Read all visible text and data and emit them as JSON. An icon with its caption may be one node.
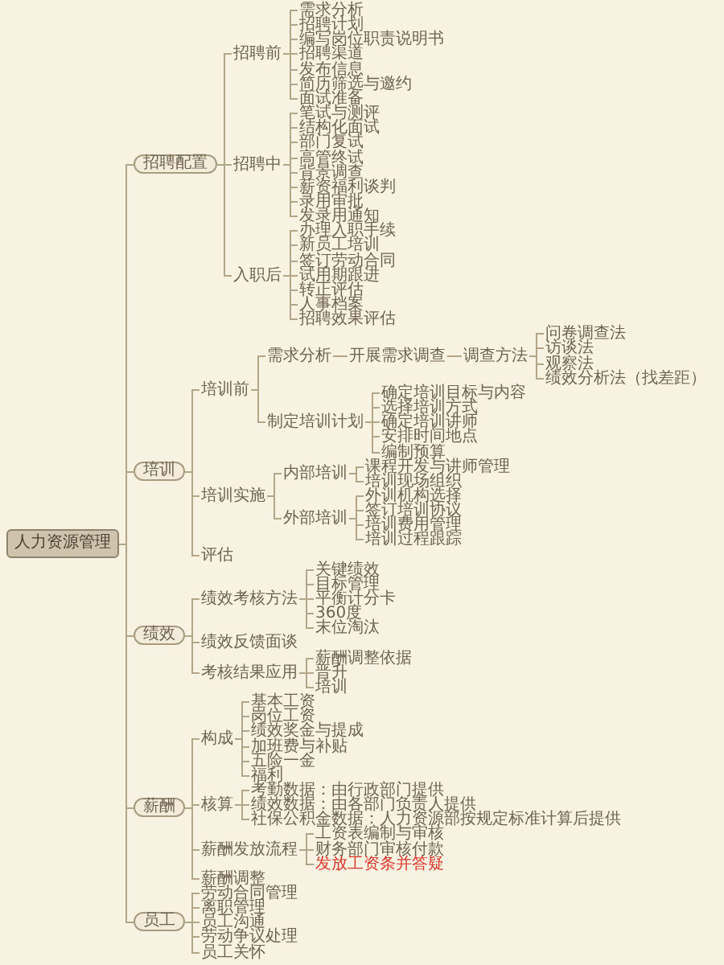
{
  "diagram": {
    "nodes": [
      {
        "text": [
          "人力资源管理"
        ]
      },
      {
        "text": [
          "招聘配置"
        ]
      },
      {
        "text": [
          "招聘前"
        ]
      },
      {
        "text": [
          "需求分析"
        ]
      },
      {
        "text": [
          "招聘计划"
        ]
      },
      {
        "text": [
          "编写岗位职责说明书"
        ]
      },
      {
        "text": [
          "招聘渠道"
        ]
      },
      {
        "text": [
          "发布信息"
        ]
      },
      {
        "text": [
          "简历筛选与邀约"
        ]
      },
      {
        "text": [
          "面试准备"
        ]
      },
      {
        "text": [
          "招聘中"
        ]
      },
      {
        "text": [
          "笔试与测评"
        ]
      },
      {
        "text": [
          "结构化面试"
        ]
      },
      {
        "text": [
          "部门复试"
        ]
      },
      {
        "text": [
          "高管终试"
        ]
      },
      {
        "text": [
          "背景调查"
        ]
      },
      {
        "text": [
          "薪资福利谈判"
        ]
      },
      {
        "text": [
          "录用审批"
        ]
      },
      {
        "text": [
          "发录用通知"
        ]
      },
      {
        "text": [
          "入职后"
        ]
      },
      {
        "text": [
          "办理入职手续"
        ]
      },
      {
        "text": [
          "新员工培训"
        ]
      },
      {
        "text": [
          "签订劳动合同"
        ]
      },
      {
        "text": [
          "试用期跟进"
        ]
      },
      {
        "text": [
          "转正评估"
        ]
      },
      {
        "text": [
          "人事档案"
        ]
      },
      {
        "text": [
          "招聘效果评估"
        ]
      },
      {
        "text": [
          "培训"
        ]
      },
      {
        "text": [
          "培训前"
        ]
      },
      {
        "text": [
          "需求分析"
        ]
      },
      {
        "text": [
          "开展需求调查"
        ]
      },
      {
        "text": [
          "调查方法"
        ]
      },
      {
        "text": [
          "问卷调查法"
        ]
      },
      {
        "text": [
          "访谈法"
        ]
      },
      {
        "text": [
          "观察法"
        ]
      },
      {
        "text": [
          "绩效分析法（找差距）"
        ]
      },
      {
        "text": [
          "制定培训计划"
        ]
      },
      {
        "text": [
          "确定培训目标与内容"
        ]
      },
      {
        "text": [
          "选择培训方式"
        ]
      },
      {
        "text": [
          "确定培训讲师"
        ]
      },
      {
        "text": [
          "安排时间地点"
        ]
      },
      {
        "text": [
          "编制预算"
        ]
      },
      {
        "text": [
          "培训实施"
        ]
      },
      {
        "text": [
          "内部培训"
        ]
      },
      {
        "text": [
          "课程开发与讲师管理"
        ]
      },
      {
        "text": [
          "培训现场组织"
        ]
      },
      {
        "text": [
          "外部培训"
        ]
      },
      {
        "text": [
          "外训机构选择"
        ]
      },
      {
        "text": [
          "签订培训协议"
        ]
      },
      {
        "text": [
          "培训费用管理"
        ]
      },
      {
        "text": [
          "培训过程跟踪"
        ]
      },
      {
        "text": [
          "评估"
        ]
      },
      {
        "text": [
          "绩效"
        ]
      },
      {
        "text": [
          "绩效考核方法"
        ]
      },
      {
        "text": [
          "关键绩效"
        ]
      },
      {
        "text": [
          "目标管理"
        ]
      },
      {
        "text": [
          "平衡计分卡"
        ]
      },
      {
        "text": [
          "360度"
        ]
      },
      {
        "text": [
          "末位淘汰"
        ]
      },
      {
        "text": [
          "绩效反馈面谈"
        ]
      },
      {
        "text": [
          "考核结果应用"
        ]
      },
      {
        "text": [
          "薪酬调整依据"
        ]
      },
      {
        "text": [
          "晋升"
        ]
      },
      {
        "text": [
          "培训"
        ]
      },
      {
        "text": [
          "薪酬"
        ]
      },
      {
        "text": [
          "构成"
        ]
      },
      {
        "text": [
          "基本工资"
        ]
      },
      {
        "text": [
          "岗位工资"
        ]
      },
      {
        "text": [
          "绩效奖金与提成"
        ]
      },
      {
        "text": [
          "加班费与补贴"
        ]
      },
      {
        "text": [
          "五险一金"
        ]
      },
      {
        "text": [
          "福利"
        ]
      },
      {
        "text": [
          "核算"
        ]
      },
      {
        "text": [
          "考勤数据：由行政部门提供"
        ]
      },
      {
        "text": [
          "绩效数据：由各部门负责人提供"
        ]
      },
      {
        "text": [
          "社保公积金数据：人力资源部按规定标准计算后提供"
        ]
      },
      {
        "text": [
          "薪酬发放流程"
        ]
      },
      {
        "text": [
          "工资表编制与审核"
        ]
      },
      {
        "text": [
          "财务部门审核付款"
        ]
      },
      {
        "text": [
          "发放工资条并答疑"
        ]
      },
      {
        "text": [
          "薪酬调整"
        ]
      },
      {
        "text": [
          "员工"
        ]
      },
      {
        "text": [
          "劳动合同管理"
        ]
      },
      {
        "text": [
          "离职管理"
        ]
      },
      {
        "text": [
          "员工沟通"
        ]
      },
      {
        "text": [
          "劳动争议处理"
        ]
      },
      {
        "text": [
          "员工关怀"
        ]
      }
    ],
    "edges": [
      {
        "from": 0,
        "to": 1,
        "arrow": "none"
      },
      {
        "from": 1,
        "to": 2,
        "arrow": "none"
      },
      {
        "from": 2,
        "to": 3,
        "arrow": "none"
      },
      {
        "from": 2,
        "to": 4,
        "arrow": "none"
      },
      {
        "from": 2,
        "to": 5,
        "arrow": "none"
      },
      {
        "from": 2,
        "to": 6,
        "arrow": "none"
      },
      {
        "from": 2,
        "to": 7,
        "arrow": "none"
      },
      {
        "from": 2,
        "to": 8,
        "arrow": "none"
      },
      {
        "from": 2,
        "to": 9,
        "arrow": "none"
      },
      {
        "from": 1,
        "to": 10,
        "arrow": "none"
      },
      {
        "from": 10,
        "to": 11,
        "arrow": "none"
      },
      {
        "from": 10,
        "to": 12,
        "arrow": "none"
      },
      {
        "from": 10,
        "to": 13,
        "arrow": "none"
      },
      {
        "from": 10,
        "to": 14,
        "arrow": "none"
      },
      {
        "from": 10,
        "to": 15,
        "arrow": "none"
      },
      {
        "from": 10,
        "to": 16,
        "arrow": "none"
      },
      {
        "from": 10,
        "to": 17,
        "arrow": "none"
      },
      {
        "from": 10,
        "to": 18,
        "arrow": "none"
      },
      {
        "from": 1,
        "to": 19,
        "arrow": "none"
      },
      {
        "from": 19,
        "to": 20,
        "arrow": "none"
      },
      {
        "from": 19,
        "to": 21,
        "arrow": "none"
      },
      {
        "from": 19,
        "to": 22,
        "arrow": "none"
      },
      {
        "from": 19,
        "to": 23,
        "arrow": "none"
      },
      {
        "from": 19,
        "to": 24,
        "arrow": "none"
      },
      {
        "from": 19,
        "to": 25,
        "arrow": "none"
      },
      {
        "from": 19,
        "to": 26,
        "arrow": "none"
      },
      {
        "from": 0,
        "to": 27,
        "arrow": "none"
      },
      {
        "from": 27,
        "to": 28,
        "arrow": "none"
      },
      {
        "from": 28,
        "to": 29,
        "arrow": "none"
      },
      {
        "from": 29,
        "to": 30,
        "arrow": "none"
      },
      {
        "from": 30,
        "to": 31,
        "arrow": "none"
      },
      {
        "from": 31,
        "to": 32,
        "arrow": "none"
      },
      {
        "from": 31,
        "to": 33,
        "arrow": "none"
      },
      {
        "from": 31,
        "to": 34,
        "arrow": "none"
      },
      {
        "from": 31,
        "to": 35,
        "arrow": "none"
      },
      {
        "from": 28,
        "to": 36,
        "arrow": "none"
      },
      {
        "from": 36,
        "to": 37,
        "arrow": "none"
      },
      {
        "from": 36,
        "to": 38,
        "arrow": "none"
      },
      {
        "from": 36,
        "to": 39,
        "arrow": "none"
      },
      {
        "from": 36,
        "to": 40,
        "arrow": "none"
      },
      {
        "from": 36,
        "to": 41,
        "arrow": "none"
      },
      {
        "from": 27,
        "to": 42,
        "arrow": "none"
      },
      {
        "from": 42,
        "to": 43,
        "arrow": "none"
      },
      {
        "from": 43,
        "to": 44,
        "arrow": "none"
      },
      {
        "from": 43,
        "to": 45,
        "arrow": "none"
      },
      {
        "from": 42,
        "to": 46,
        "arrow": "none"
      },
      {
        "from": 46,
        "to": 47,
        "arrow": "none"
      },
      {
        "from": 46,
        "to": 48,
        "arrow": "none"
      },
      {
        "from": 46,
        "to": 49,
        "arrow": "none"
      },
      {
        "from": 46,
        "to": 50,
        "arrow": "none"
      },
      {
        "from": 27,
        "to": 51,
        "arrow": "none"
      },
      {
        "from": 0,
        "to": 52,
        "arrow": "none"
      },
      {
        "from": 52,
        "to": 53,
        "arrow": "none"
      },
      {
        "from": 53,
        "to": 54,
        "arrow": "none"
      },
      {
        "from": 53,
        "to": 55,
        "arrow": "none"
      },
      {
        "from": 53,
        "to": 56,
        "arrow": "none"
      },
      {
        "from": 53,
        "to": 57,
        "arrow": "none"
      },
      {
        "from": 53,
        "to": 58,
        "arrow": "none"
      },
      {
        "from": 52,
        "to": 59,
        "arrow": "none"
      },
      {
        "from": 52,
        "to": 60,
        "arrow": "none"
      },
      {
        "from": 60,
        "to": 61,
        "arrow": "none"
      },
      {
        "from": 60,
        "to": 62,
        "arrow": "none"
      },
      {
        "from": 60,
        "to": 63,
        "arrow": "none"
      },
      {
        "from": 0,
        "to": 64,
        "arrow": "none"
      },
      {
        "from": 64,
        "to": 65,
        "arrow": "none"
      },
      {
        "from": 65,
        "to": 66,
        "arrow": "none"
      },
      {
        "from": 65,
        "to": 67,
        "arrow": "none"
      },
      {
        "from": 65,
        "to": 68,
        "arrow": "none"
      },
      {
        "from": 65,
        "to": 69,
        "arrow": "none"
      },
      {
        "from": 65,
        "to": 70,
        "arrow": "none"
      },
      {
        "from": 65,
        "to": 71,
        "arrow": "none"
      },
      {
        "from": 64,
        "to": 72,
        "arrow": "none"
      },
      {
        "from": 72,
        "to": 73,
        "arrow": "none"
      },
      {
        "from": 72,
        "to": 74,
        "arrow": "none"
      },
      {
        "from": 72,
        "to": 75,
        "arrow": "none"
      },
      {
        "from": 64,
        "to": 76,
        "arrow": "none"
      },
      {
        "from": 76,
        "to": 77,
        "arrow": "none"
      },
      {
        "from": 76,
        "to": 78,
        "arrow": "none"
      },
      {
        "from": 76,
        "to": 79,
        "arrow": "none"
      },
      {
        "from": 64,
        "to": 80,
        "arrow": "none"
      },
      {
        "from": 0,
        "to": 81,
        "arrow": "none"
      },
      {
        "from": 81,
        "to": 82,
        "arrow": "none"
      },
      {
        "from": 81,
        "to": 83,
        "arrow": "none"
      },
      {
        "from": 81,
        "to": 84,
        "arrow": "none"
      },
      {
        "from": 81,
        "to": 85,
        "arrow": "none"
      },
      {
        "from": 81,
        "to": 86,
        "arrow": "none"
      }
    ]
  }
}
